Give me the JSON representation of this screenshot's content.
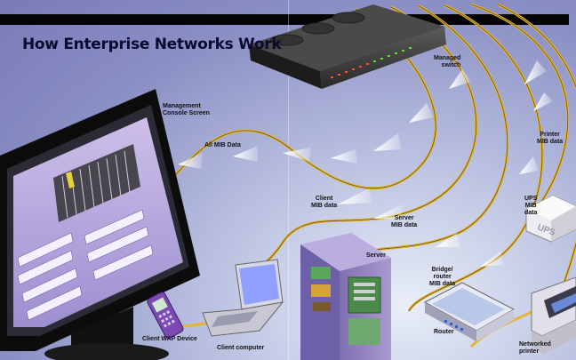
{
  "title": "How Enterprise Networks Work",
  "labels": {
    "managed_switch": "Managed\nswitch",
    "management_console": "Management\nConsole Screen",
    "all_mib": "All MIB Data",
    "client_mib": "Client\nMIB data",
    "server_mib": "Server\nMIB data",
    "bridge_mib": "Bridge/\nrouter\nMIB data",
    "printer_mib": "Printer\nMIB data",
    "ups_mib": "UPS\nMIB\ndata",
    "server": "Server",
    "router": "Router",
    "client_wap": "Client WAP Device",
    "client_computer": "Client computer",
    "networked_printer": "Networked\nprinter"
  },
  "ups_text": "UPS",
  "colors": {
    "cable": "#e2b534",
    "background": "#8a8fc4",
    "arrow": "#ffffff",
    "title": "#0a0a30"
  }
}
